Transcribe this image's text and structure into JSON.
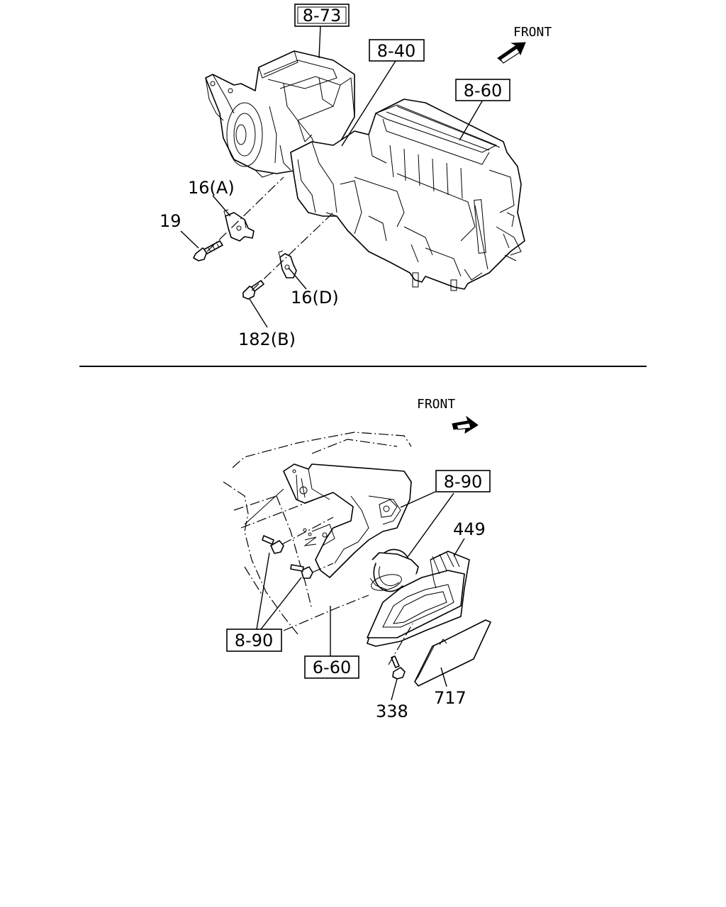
{
  "upper_diagram": {
    "front_label": "FRONT",
    "labels": {
      "ref_8_73": "8-73",
      "ref_8_40": "8-40",
      "ref_8_60": "8-60",
      "part_16a": "16(A)",
      "part_19": "19",
      "part_16d": "16(D)",
      "part_182b": "182(B)"
    }
  },
  "lower_diagram": {
    "front_label": "FRONT",
    "labels": {
      "ref_8_90_top": "8-90",
      "part_449": "449",
      "ref_8_90_left": "8-90",
      "ref_6_60": "6-60",
      "part_338": "338",
      "part_717": "717"
    }
  }
}
